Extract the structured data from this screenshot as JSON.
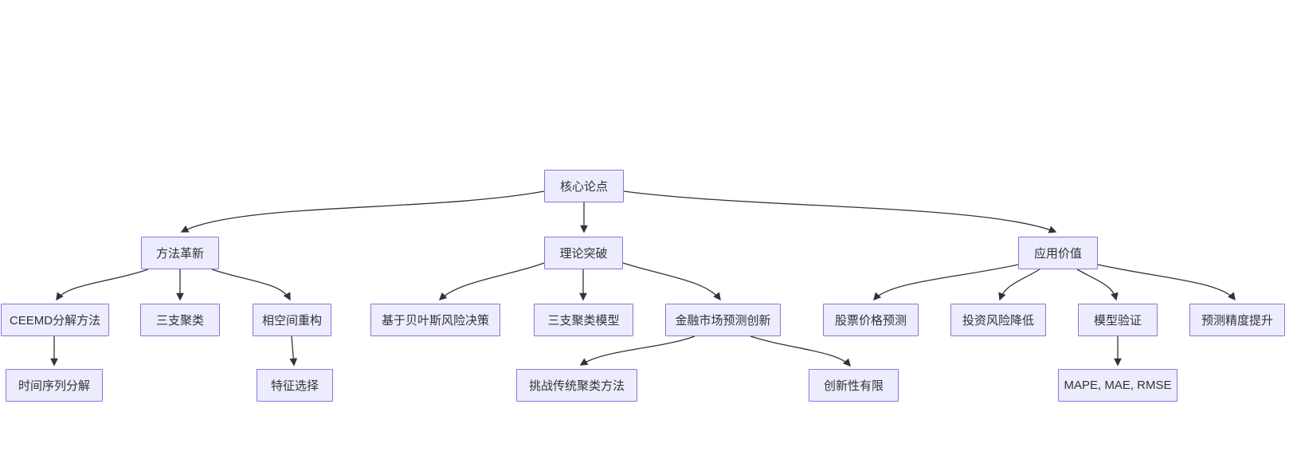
{
  "diagram": {
    "type": "flowchart",
    "direction": "top-down",
    "colors": {
      "node_fill": "#ECECFF",
      "node_border": "#9370DB",
      "edge": "#333333",
      "text": "#333333",
      "background": "#ffffff"
    },
    "nodes": {
      "root": {
        "label": "核心论点"
      },
      "method": {
        "label": "方法革新"
      },
      "theory": {
        "label": "理论突破"
      },
      "application": {
        "label": "应用价值"
      },
      "ceemd": {
        "label": "CEEMD分解方法"
      },
      "threeway": {
        "label": "三支聚类"
      },
      "phase": {
        "label": "相空间重构"
      },
      "bayes": {
        "label": "基于贝叶斯风险决策"
      },
      "threewaymodel": {
        "label": "三支聚类模型"
      },
      "financial": {
        "label": "金融市场预测创新"
      },
      "stock": {
        "label": "股票价格预测"
      },
      "risk": {
        "label": "投资风险降低"
      },
      "validation": {
        "label": "模型验证"
      },
      "accuracy": {
        "label": "预测精度提升"
      },
      "timeseries": {
        "label": "时间序列分解"
      },
      "feature": {
        "label": "特征选择"
      },
      "challenge": {
        "label": "挑战传统聚类方法"
      },
      "limited": {
        "label": "创新性有限"
      },
      "metrics": {
        "label": "MAPE, MAE, RMSE"
      }
    },
    "edges": [
      {
        "from": "核心论点",
        "to": "方法革新"
      },
      {
        "from": "核心论点",
        "to": "理论突破"
      },
      {
        "from": "核心论点",
        "to": "应用价值"
      },
      {
        "from": "方法革新",
        "to": "CEEMD分解方法"
      },
      {
        "from": "方法革新",
        "to": "三支聚类"
      },
      {
        "from": "方法革新",
        "to": "相空间重构"
      },
      {
        "from": "CEEMD分解方法",
        "to": "时间序列分解"
      },
      {
        "from": "相空间重构",
        "to": "特征选择"
      },
      {
        "from": "理论突破",
        "to": "基于贝叶斯风险决策"
      },
      {
        "from": "理论突破",
        "to": "三支聚类模型"
      },
      {
        "from": "理论突破",
        "to": "金融市场预测创新"
      },
      {
        "from": "金融市场预测创新",
        "to": "挑战传统聚类方法"
      },
      {
        "from": "金融市场预测创新",
        "to": "创新性有限"
      },
      {
        "from": "应用价值",
        "to": "股票价格预测"
      },
      {
        "from": "应用价值",
        "to": "投资风险降低"
      },
      {
        "from": "应用价值",
        "to": "模型验证"
      },
      {
        "from": "应用价值",
        "to": "预测精度提升"
      },
      {
        "from": "模型验证",
        "to": "MAPE, MAE, RMSE"
      }
    ]
  }
}
